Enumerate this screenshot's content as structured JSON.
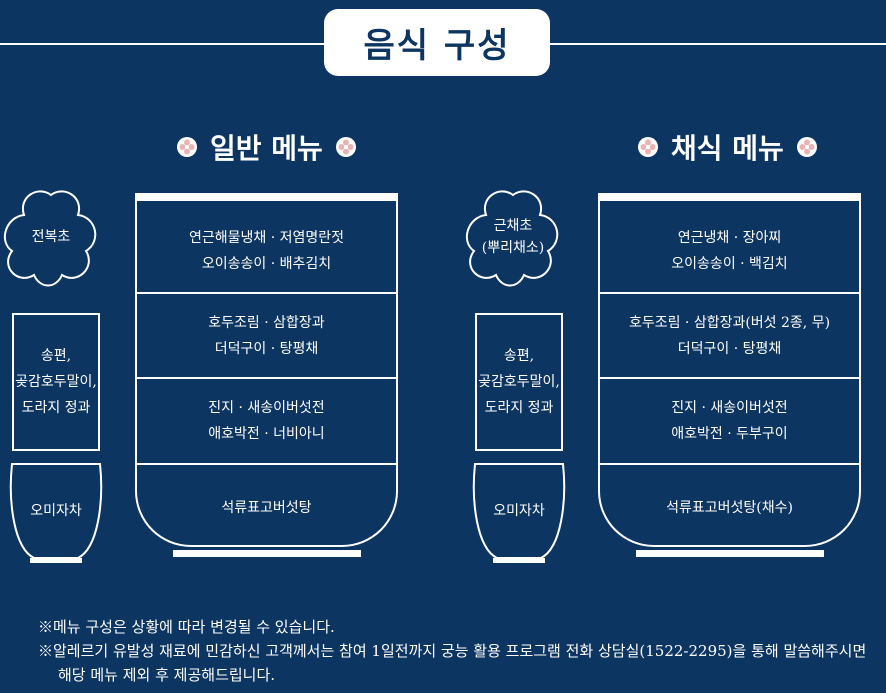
{
  "title": "음식 구성",
  "colors": {
    "background": "#0d3561",
    "foreground": "#ffffff",
    "flower_accent": "#e9b3b3"
  },
  "general_menu": {
    "heading": "일반 메뉴",
    "side_flower": [
      "전복초"
    ],
    "side_rect": [
      "송편,",
      "곶감호두말이,",
      "도라지 정과"
    ],
    "side_cup": "오미자차",
    "bowl_rows": [
      [
        "연근해물냉채 · 저염명란젓",
        "오이송송이 · 배추김치"
      ],
      [
        "호두조림 · 삼합장과",
        "더덕구이 · 탕평채"
      ],
      [
        "진지 · 새송이버섯전",
        "애호박전 · 너비아니"
      ],
      [
        "석류표고버섯탕"
      ]
    ]
  },
  "vegetarian_menu": {
    "heading": "채식 메뉴",
    "side_flower": [
      "근채초",
      "(뿌리채소)"
    ],
    "side_rect": [
      "송편,",
      "곶감호두말이,",
      "도라지 정과"
    ],
    "side_cup": "오미자차",
    "bowl_rows": [
      [
        "연근냉채 · 장아찌",
        "오이송송이 · 백김치"
      ],
      [
        "호두조림 · 삼합장과(버섯 2종, 무)",
        "더덕구이 · 탕평채"
      ],
      [
        "진지 · 새송이버섯전",
        "애호박전 · 두부구이"
      ],
      [
        "석류표고버섯탕(채수)"
      ]
    ]
  },
  "notes": [
    "※메뉴 구성은 상황에 따라 변경될 수 있습니다.",
    "※알레르기 유발성 재료에 민감하신 고객께서는 참여 1일전까지 궁능 활용 프로그램 전화 상담실(1522-2295)을 통해 말씀해주시면",
    "해당 메뉴 제외 후 제공해드립니다."
  ]
}
